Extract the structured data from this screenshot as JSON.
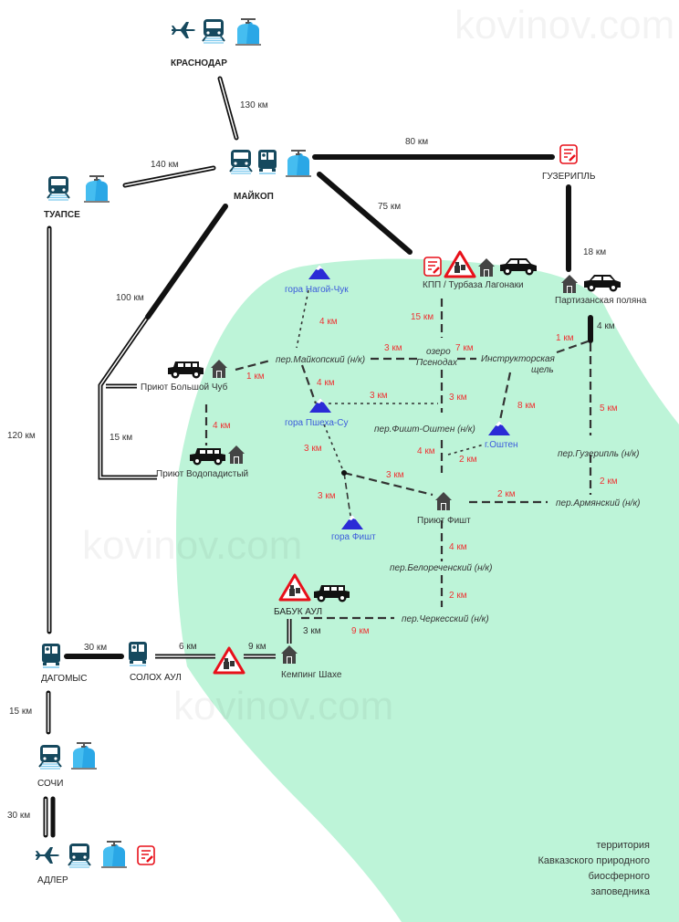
{
  "watermark": "kovinov.com",
  "colors": {
    "reserve": "#bdf4d8",
    "trail_distance": "#ee3333",
    "peak": "#2b2bd6",
    "peak_label": "#3b5bdb",
    "icon_dark": "#16495e",
    "icon_blue": "#2aa7e6",
    "warn_red": "#e8101a"
  },
  "cities": {
    "krasnodar": "КРАСНОДАР",
    "maykop": "МАЙКОП",
    "tuapse": "ТУАПСЕ",
    "guzeripl": "ГУЗЕРИПЛЬ",
    "dagomys": "ДАГОМЫС",
    "solokh_aul": "СОЛОХ АУЛ",
    "sochi": "СОЧИ",
    "adler": "АДЛЕР",
    "babuk_aul": "БАБУК АУЛ"
  },
  "places": {
    "kpp_lagonaki": "КПП / Турбаза Лагонаки",
    "partizanskaya": "Партизанская поляна",
    "bolshoy_chub": "Приют Большой Чуб",
    "vodopadisty": "Приют Водопадистый",
    "fisht_shelter": "Приют Фишт",
    "camping_shakhe": "Кемпинг Шахе",
    "lake_line1": "озеро",
    "lake_line2": "Псенодах",
    "instr_line1": "Инструкторская",
    "instr_line2": "щель"
  },
  "peaks": {
    "nagoy_chuk": "гора Нагой-Чук",
    "pshekha_su": "гора Пшеха-Су",
    "oshten": "г.Оштен",
    "fisht": "гора Фишт"
  },
  "passes": {
    "maykopsky": "пер.Майкопский (н/к)",
    "fisht_oshten": "пер.Фишт-Оштен (н/к)",
    "guzeripl": "пер.Гузерипль  (н/к)",
    "armyansky": "пер.Армянский (н/к)",
    "belorechensky": "пер.Белореченский (н/к)",
    "cherkessky": "пер.Черкесский (н/к)"
  },
  "roads": {
    "krasnodar_maykop": "130 км",
    "tuapse_maykop": "140 км",
    "maykop_guzeripl": "80 км",
    "maykop_lagonaki": "75 км",
    "guzeripl_partizanskaya": "18 км",
    "maykop_chub": "100 км",
    "chub_vodopadisty_road": "15 км",
    "tuapse_dagomys": "120 км",
    "dagomys_solokh": "30 км",
    "solokh_checkpoint": "6 км",
    "checkpoint_camping": "9 км",
    "camping_babuk": "3 км",
    "dagomys_sochi": "15 км",
    "sochi_adler": "30 км",
    "partizanskaya_junction": "4 км"
  },
  "trails": {
    "lagonaki_lake": "15 км",
    "maykopsky_lake": "3 км",
    "lake_instr": "7 км",
    "instr_junction": "1 км",
    "nagoy_maykopsky": "4 км",
    "chub_maykopsky": "1 км",
    "chub_vodopadisty": "4 км",
    "maykopsky_pshekha": "4 км",
    "pshekha_lake": "3 км",
    "lake_fishtoshten": "3 км",
    "instr_oshten": "8 км",
    "fishtoshten_shelter": "4 км",
    "oshten_trail": "2 км",
    "pshekha_junction": "3 км",
    "junction_shelter": "3 км",
    "junction_fisht": "3 км",
    "junction_guzeripl": "5 км",
    "guzeripl_armyansky": "2 км",
    "shelter_armyansky": "2 км",
    "shelter_belorechensky": "4 км",
    "belorechensky_cherkessky": "2 км",
    "cherkessky_babuk": "9 км"
  },
  "territory": [
    "территория",
    "Кавказского природного",
    "биосферного",
    "заповедника"
  ]
}
